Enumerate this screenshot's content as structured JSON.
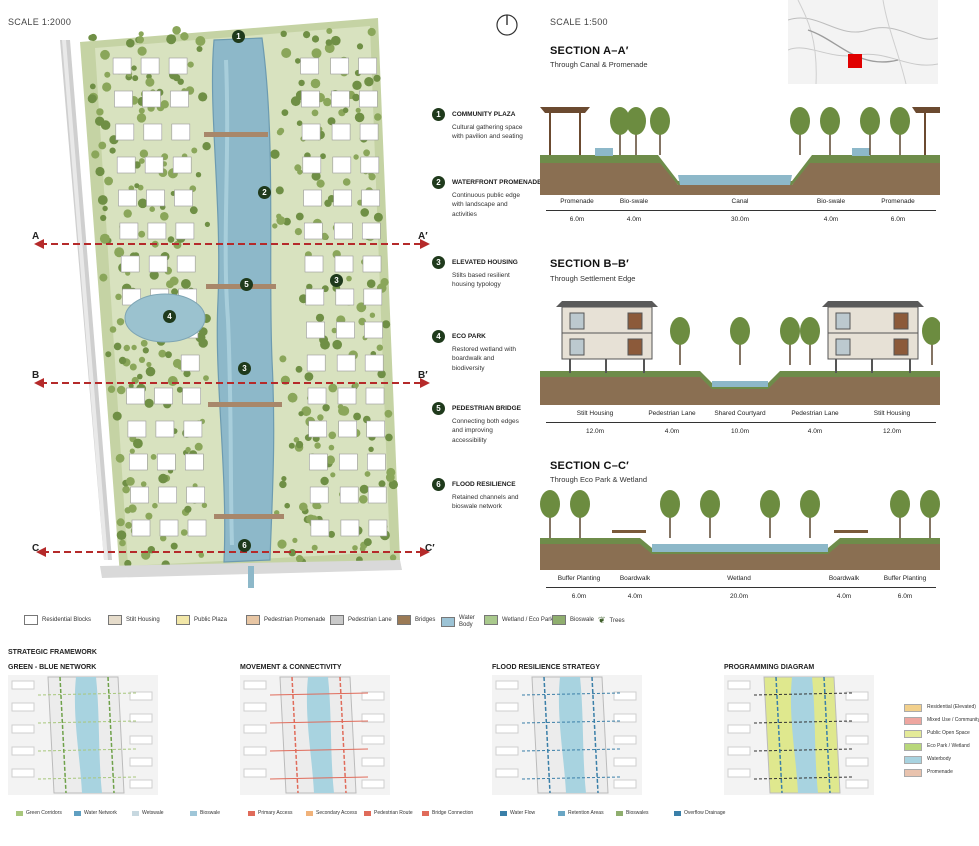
{
  "plan": {
    "scale_label": "SCALE 1:2000",
    "section_labels": [
      {
        "left": "A",
        "right": "A′"
      },
      {
        "left": "B",
        "right": "B′"
      },
      {
        "left": "C",
        "right": "C′"
      }
    ],
    "markers": [
      "1",
      "2",
      "3",
      "4",
      "5",
      "6"
    ]
  },
  "key": [
    {
      "num": "1",
      "title": "COMMUNITY PLAZA",
      "desc": "Cultural gathering space with pavilion and seating"
    },
    {
      "num": "2",
      "title": "WATERFRONT PROMENADE",
      "desc": "Continuous public edge with landscape and activities"
    },
    {
      "num": "3",
      "title": "ELEVATED HOUSING",
      "desc": "Stilts based resilient housing typology"
    },
    {
      "num": "4",
      "title": "ECO PARK",
      "desc": "Restored wetland with boardwalk and biodiversity"
    },
    {
      "num": "5",
      "title": "PEDESTRIAN BRIDGE",
      "desc": "Connecting both edges and improving accessibility"
    },
    {
      "num": "6",
      "title": "FLOOD RESILIENCE",
      "desc": "Retained channels and bioswale network"
    }
  ],
  "sections": {
    "scale_label": "SCALE 1:500",
    "list": [
      {
        "title": "SECTION A–A′",
        "subtitle": "Through Canal & Promenade",
        "parts": [
          {
            "label": "Promenade",
            "value": "6.0m"
          },
          {
            "label": "Bio-swale",
            "value": "4.0m"
          },
          {
            "label": "Canal",
            "value": "30.0m"
          },
          {
            "label": "Bio-swale",
            "value": "4.0m"
          },
          {
            "label": "Promenade",
            "value": "6.0m"
          }
        ]
      },
      {
        "title": "SECTION B–B′",
        "subtitle": "Through Settlement Edge",
        "parts": [
          {
            "label": "Stilt Housing",
            "value": "12.0m"
          },
          {
            "label": "Pedestrian Lane",
            "value": "4.0m"
          },
          {
            "label": "Shared Courtyard",
            "value": "10.0m"
          },
          {
            "label": "Pedestrian Lane",
            "value": "4.0m"
          },
          {
            "label": "Stilt Housing",
            "value": "12.0m"
          }
        ]
      },
      {
        "title": "SECTION C–C′",
        "subtitle": "Through Eco Park & Wetland",
        "parts": [
          {
            "label": "Buffer Planting",
            "value": "6.0m"
          },
          {
            "label": "Boardwalk",
            "value": "4.0m"
          },
          {
            "label": "Wetland",
            "value": "20.0m"
          },
          {
            "label": "Boardwalk",
            "value": "4.0m"
          },
          {
            "label": "Buffer Planting",
            "value": "6.0m"
          }
        ]
      }
    ]
  },
  "legend": [
    {
      "label": "Residential Blocks",
      "color": "#ffffff"
    },
    {
      "label": "Stilt Housing",
      "color": "#e6dccb"
    },
    {
      "label": "Public Plaza",
      "color": "#f2e7a8"
    },
    {
      "label": "Pedestrian Promenade",
      "color": "#e8c6a4"
    },
    {
      "label": "Pedestrian Lane",
      "color": "#c9c9c9"
    },
    {
      "label": "Bridges",
      "color": "#9b7a55"
    },
    {
      "label": "Water Body",
      "color": "#9cc3d5"
    },
    {
      "label": "Wetland / Eco Park",
      "color": "#a9c98c"
    },
    {
      "label": "Bioswale",
      "color": "#8fae6e"
    },
    {
      "label": "Trees",
      "icon": "tree-icon"
    }
  ],
  "framework": {
    "heading": "STRATEGIC FRAMEWORK",
    "diagrams": [
      {
        "title": "GREEN - BLUE NETWORK",
        "legend": [
          {
            "label": "Green Corridors",
            "color": "#a8c77c"
          },
          {
            "label": "Water Network",
            "color": "#5f9fc1"
          },
          {
            "label": "Wetswale",
            "color": "#c7d8e0"
          },
          {
            "label": "Bioswale",
            "color": "#9fc6d8"
          }
        ]
      },
      {
        "title": "MOVEMENT & CONNECTIVITY",
        "legend": [
          {
            "label": "Primary Access",
            "color": "#e06b5a"
          },
          {
            "label": "Secondary Access",
            "color": "#f0b27a"
          },
          {
            "label": "Pedestrian Route",
            "color": "#e06b5a"
          },
          {
            "label": "Bridge Connection",
            "color": "#e06b5a"
          }
        ]
      },
      {
        "title": "FLOOD RESILIENCE STRATEGY",
        "legend": [
          {
            "label": "Water Flow",
            "color": "#3a7fa8"
          },
          {
            "label": "Retention Areas",
            "color": "#6aa6c4"
          },
          {
            "label": "Bioswales",
            "color": "#8fae6e"
          },
          {
            "label": "Overflow Drainage",
            "color": "#3a7fa8"
          }
        ]
      },
      {
        "title": "PROGRAMMING DIAGRAM",
        "legend": [
          {
            "label": "Residential (Elevated)",
            "color": "#f2d08c"
          },
          {
            "label": "Mixed Use / Community",
            "color": "#eea6a0"
          },
          {
            "label": "Public Open Space",
            "color": "#e4ea98"
          },
          {
            "label": "Eco Park / Wetland",
            "color": "#b8d77a"
          },
          {
            "label": "Waterbody",
            "color": "#a8d3e0"
          },
          {
            "label": "Promenade",
            "color": "#e9c3ae"
          }
        ]
      }
    ]
  }
}
